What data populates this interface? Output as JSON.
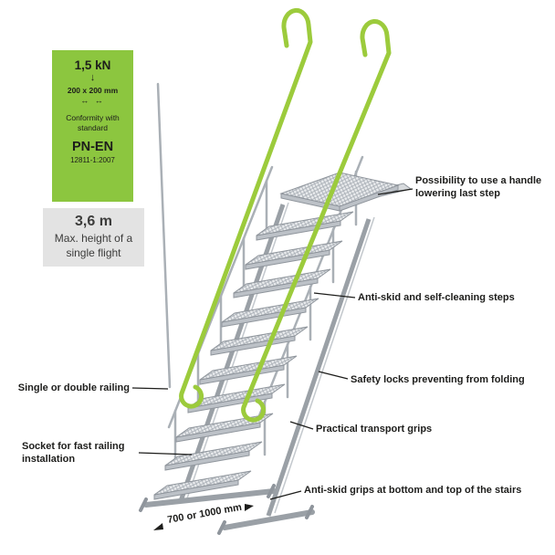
{
  "colors": {
    "accent_green": "#8CC63F",
    "rail_green": "#9CCB3C",
    "box_gray": "#E3E3E3",
    "text_dark": "#1D1D1B",
    "steel": "#9AA0A6",
    "steel_light": "#C3C8CD",
    "steel_dark": "#8F959C"
  },
  "spec_box": {
    "load": "1,5 kN",
    "down_arrow": "↓",
    "dimension": "200 x 200 mm",
    "spread_arrows": "↔  ↔",
    "conformity": [
      "Conformity",
      "with",
      "standard"
    ],
    "standard_name": "PN-EN",
    "standard_code": "12811-1:2007"
  },
  "height_box": {
    "value": "3,6 m",
    "caption_line1": "Max. height of",
    "caption_line2": "a single flight"
  },
  "callouts": {
    "handle_line1": "Possibility to use a handle",
    "handle_line2": "lowering last step",
    "steps": "Anti-skid and self-cleaning steps",
    "locks": "Safety locks preventing from folding",
    "grips": "Practical transport grips",
    "antiskid": "Anti-skid grips at bottom and top of the stairs",
    "railing": "Single or double railing",
    "socket_line1": "Socket for fast railing",
    "socket_line2": "installation"
  },
  "dimension_label": "700 or 1000 mm"
}
